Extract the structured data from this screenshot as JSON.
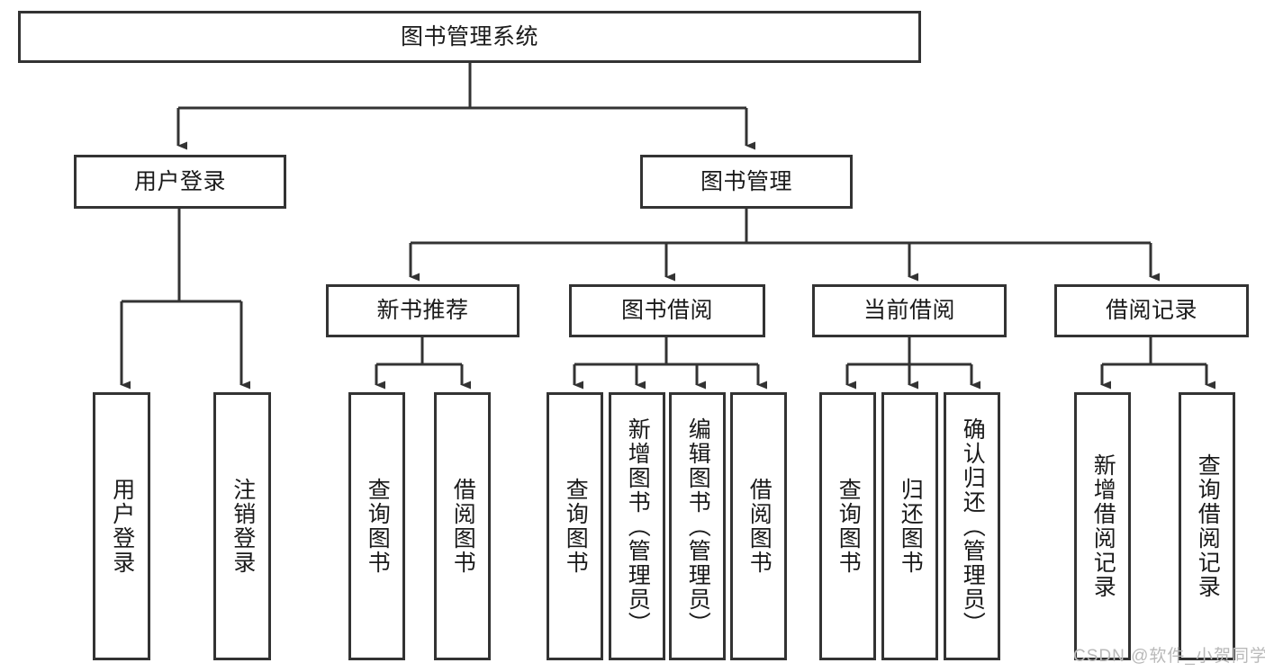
{
  "diagram": {
    "title": "图书管理系统",
    "watermark": "CSDN @软件_小贺同学",
    "colors": {
      "border": "#333333",
      "background": "#ffffff",
      "text": "#1a1a1a",
      "edge": "#333333",
      "watermark": "#b9b9b9"
    },
    "root": {
      "label": "图书管理系统"
    },
    "level2": [
      {
        "label": "用户登录"
      },
      {
        "label": "图书管理"
      }
    ],
    "level3": [
      {
        "label": "新书推荐"
      },
      {
        "label": "图书借阅"
      },
      {
        "label": "当前借阅"
      },
      {
        "label": "借阅记录"
      }
    ],
    "leaves": {
      "user_login": [
        {
          "label": "用户登录"
        },
        {
          "label": "注销登录"
        }
      ],
      "new_book_recommend": [
        {
          "label": "查询图书"
        },
        {
          "label": "借阅图书"
        }
      ],
      "book_borrow": [
        {
          "label": "查询图书"
        },
        {
          "label": "新增图书（管理员）"
        },
        {
          "label": "编辑图书（管理员）"
        },
        {
          "label": "借阅图书"
        }
      ],
      "current_borrow": [
        {
          "label": "查询图书"
        },
        {
          "label": "归还图书"
        },
        {
          "label": "确认归还（管理员）"
        }
      ],
      "borrow_record": [
        {
          "label": "新增借阅记录"
        },
        {
          "label": "查询借阅记录"
        }
      ]
    }
  }
}
